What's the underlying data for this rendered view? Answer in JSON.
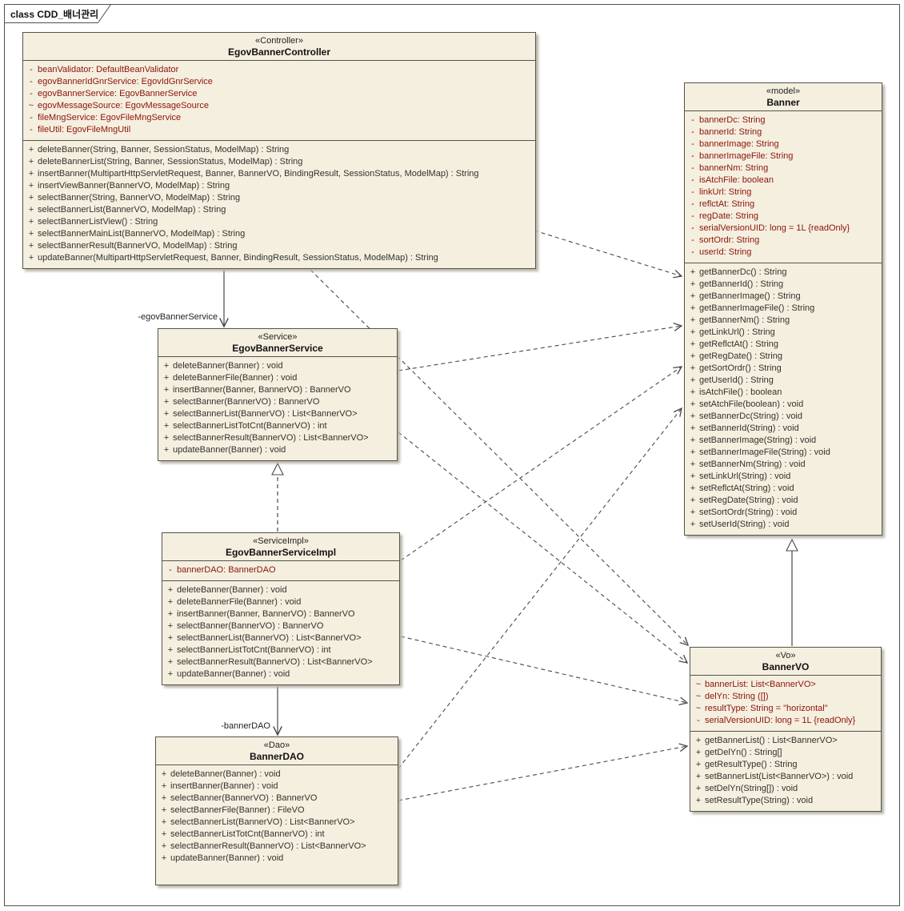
{
  "frame": {
    "title": "class CDD_배너관리"
  },
  "colors": {
    "class_fill": "#f5efe0",
    "class_border": "#54544a",
    "attribute_text": "#8b1408",
    "method_text": "#32322b",
    "edge_stroke": "#4a4a44",
    "shadow": "#b9b5a8"
  },
  "edge_labels": {
    "egov_banner_service": "-egovBannerService",
    "banner_dao": "-bannerDAO"
  },
  "classes": [
    {
      "id": "controller",
      "stereotype": "«Controller»",
      "name": "EgovBannerController",
      "attributes": [
        {
          "vis": "-",
          "text": "beanValidator: DefaultBeanValidator"
        },
        {
          "vis": "-",
          "text": "egovBannerIdGnrService: EgovIdGnrService"
        },
        {
          "vis": "-",
          "text": "egovBannerService: EgovBannerService"
        },
        {
          "vis": "~",
          "text": "egovMessageSource: EgovMessageSource"
        },
        {
          "vis": "-",
          "text": "fileMngService: EgovFileMngService"
        },
        {
          "vis": "-",
          "text": "fileUtil: EgovFileMngUtil"
        }
      ],
      "methods": [
        {
          "vis": "+",
          "text": "deleteBanner(String, Banner, SessionStatus, ModelMap) : String"
        },
        {
          "vis": "+",
          "text": "deleteBannerList(String, Banner, SessionStatus, ModelMap) : String"
        },
        {
          "vis": "+",
          "text": "insertBanner(MultipartHttpServletRequest, Banner, BannerVO, BindingResult, SessionStatus, ModelMap) : String"
        },
        {
          "vis": "+",
          "text": "insertViewBanner(BannerVO, ModelMap) : String"
        },
        {
          "vis": "+",
          "text": "selectBanner(String, BannerVO, ModelMap) : String"
        },
        {
          "vis": "+",
          "text": "selectBannerList(BannerVO, ModelMap) : String"
        },
        {
          "vis": "+",
          "text": "selectBannerListView() : String"
        },
        {
          "vis": "+",
          "text": "selectBannerMainList(BannerVO, ModelMap) : String"
        },
        {
          "vis": "+",
          "text": "selectBannerResult(BannerVO, ModelMap) : String"
        },
        {
          "vis": "+",
          "text": "updateBanner(MultipartHttpServletRequest, Banner, BindingResult, SessionStatus, ModelMap) : String"
        }
      ]
    },
    {
      "id": "banner",
      "stereotype": "«model»",
      "name": "Banner",
      "attributes": [
        {
          "vis": "-",
          "text": "bannerDc: String"
        },
        {
          "vis": "-",
          "text": "bannerId: String"
        },
        {
          "vis": "-",
          "text": "bannerImage: String"
        },
        {
          "vis": "-",
          "text": "bannerImageFile: String"
        },
        {
          "vis": "-",
          "text": "bannerNm: String"
        },
        {
          "vis": "-",
          "text": "isAtchFile: boolean"
        },
        {
          "vis": "-",
          "text": "linkUrl: String"
        },
        {
          "vis": "-",
          "text": "reflctAt: String"
        },
        {
          "vis": "-",
          "text": "regDate: String"
        },
        {
          "vis": "-",
          "text": "serialVersionUID: long = 1L {readOnly}"
        },
        {
          "vis": "-",
          "text": "sortOrdr: String"
        },
        {
          "vis": "-",
          "text": "userId: String"
        }
      ],
      "methods": [
        {
          "vis": "+",
          "text": "getBannerDc() : String"
        },
        {
          "vis": "+",
          "text": "getBannerId() : String"
        },
        {
          "vis": "+",
          "text": "getBannerImage() : String"
        },
        {
          "vis": "+",
          "text": "getBannerImageFile() : String"
        },
        {
          "vis": "+",
          "text": "getBannerNm() : String"
        },
        {
          "vis": "+",
          "text": "getLinkUrl() : String"
        },
        {
          "vis": "+",
          "text": "getReflctAt() : String"
        },
        {
          "vis": "+",
          "text": "getRegDate() : String"
        },
        {
          "vis": "+",
          "text": "getSortOrdr() : String"
        },
        {
          "vis": "+",
          "text": "getUserId() : String"
        },
        {
          "vis": "+",
          "text": "isAtchFile() : boolean"
        },
        {
          "vis": "+",
          "text": "setAtchFile(boolean) : void"
        },
        {
          "vis": "+",
          "text": "setBannerDc(String) : void"
        },
        {
          "vis": "+",
          "text": "setBannerId(String) : void"
        },
        {
          "vis": "+",
          "text": "setBannerImage(String) : void"
        },
        {
          "vis": "+",
          "text": "setBannerImageFile(String) : void"
        },
        {
          "vis": "+",
          "text": "setBannerNm(String) : void"
        },
        {
          "vis": "+",
          "text": "setLinkUrl(String) : void"
        },
        {
          "vis": "+",
          "text": "setReflctAt(String) : void"
        },
        {
          "vis": "+",
          "text": "setRegDate(String) : void"
        },
        {
          "vis": "+",
          "text": "setSortOrdr(String) : void"
        },
        {
          "vis": "+",
          "text": "setUserId(String) : void"
        }
      ]
    },
    {
      "id": "service",
      "stereotype": "«Service»",
      "name": "EgovBannerService",
      "attributes": [],
      "methods": [
        {
          "vis": "+",
          "text": "deleteBanner(Banner) : void"
        },
        {
          "vis": "+",
          "text": "deleteBannerFile(Banner) : void"
        },
        {
          "vis": "+",
          "text": "insertBanner(Banner, BannerVO) : BannerVO"
        },
        {
          "vis": "+",
          "text": "selectBanner(BannerVO) : BannerVO"
        },
        {
          "vis": "+",
          "text": "selectBannerList(BannerVO) : List<BannerVO>"
        },
        {
          "vis": "+",
          "text": "selectBannerListTotCnt(BannerVO) : int"
        },
        {
          "vis": "+",
          "text": "selectBannerResult(BannerVO) : List<BannerVO>"
        },
        {
          "vis": "+",
          "text": "updateBanner(Banner) : void"
        }
      ]
    },
    {
      "id": "serviceimpl",
      "stereotype": "«ServiceImpl»",
      "name": "EgovBannerServiceImpl",
      "attributes": [
        {
          "vis": "-",
          "text": "bannerDAO: BannerDAO"
        }
      ],
      "methods": [
        {
          "vis": "+",
          "text": "deleteBanner(Banner) : void"
        },
        {
          "vis": "+",
          "text": "deleteBannerFile(Banner) : void"
        },
        {
          "vis": "+",
          "text": "insertBanner(Banner, BannerVO) : BannerVO"
        },
        {
          "vis": "+",
          "text": "selectBanner(BannerVO) : BannerVO"
        },
        {
          "vis": "+",
          "text": "selectBannerList(BannerVO) : List<BannerVO>"
        },
        {
          "vis": "+",
          "text": "selectBannerListTotCnt(BannerVO) : int"
        },
        {
          "vis": "+",
          "text": "selectBannerResult(BannerVO) : List<BannerVO>"
        },
        {
          "vis": "+",
          "text": "updateBanner(Banner) : void"
        }
      ]
    },
    {
      "id": "dao",
      "stereotype": "«Dao»",
      "name": "BannerDAO",
      "attributes": [],
      "methods": [
        {
          "vis": "+",
          "text": "deleteBanner(Banner) : void"
        },
        {
          "vis": "+",
          "text": "insertBanner(Banner) : void"
        },
        {
          "vis": "+",
          "text": "selectBanner(BannerVO) : BannerVO"
        },
        {
          "vis": "+",
          "text": "selectBannerFile(Banner) : FileVO"
        },
        {
          "vis": "+",
          "text": "selectBannerList(BannerVO) : List<BannerVO>"
        },
        {
          "vis": "+",
          "text": "selectBannerListTotCnt(BannerVO) : int"
        },
        {
          "vis": "+",
          "text": "selectBannerResult(BannerVO) : List<BannerVO>"
        },
        {
          "vis": "+",
          "text": "updateBanner(Banner) : void"
        }
      ]
    },
    {
      "id": "bannervo",
      "stereotype": "«Vo»",
      "name": "BannerVO",
      "attributes": [
        {
          "vis": "~",
          "text": "bannerList: List<BannerVO>"
        },
        {
          "vis": "~",
          "text": "delYn: String ([])"
        },
        {
          "vis": "~",
          "text": "resultType: String = \"horizontal\""
        },
        {
          "vis": "-",
          "text": "serialVersionUID: long = 1L {readOnly}"
        }
      ],
      "methods": [
        {
          "vis": "+",
          "text": "getBannerList() : List<BannerVO>"
        },
        {
          "vis": "+",
          "text": "getDelYn() : String[]"
        },
        {
          "vis": "+",
          "text": "getResultType() : String"
        },
        {
          "vis": "+",
          "text": "setBannerList(List<BannerVO>) : void"
        },
        {
          "vis": "+",
          "text": "setDelYn(String[]) : void"
        },
        {
          "vis": "+",
          "text": "setResultType(String) : void"
        }
      ]
    }
  ]
}
